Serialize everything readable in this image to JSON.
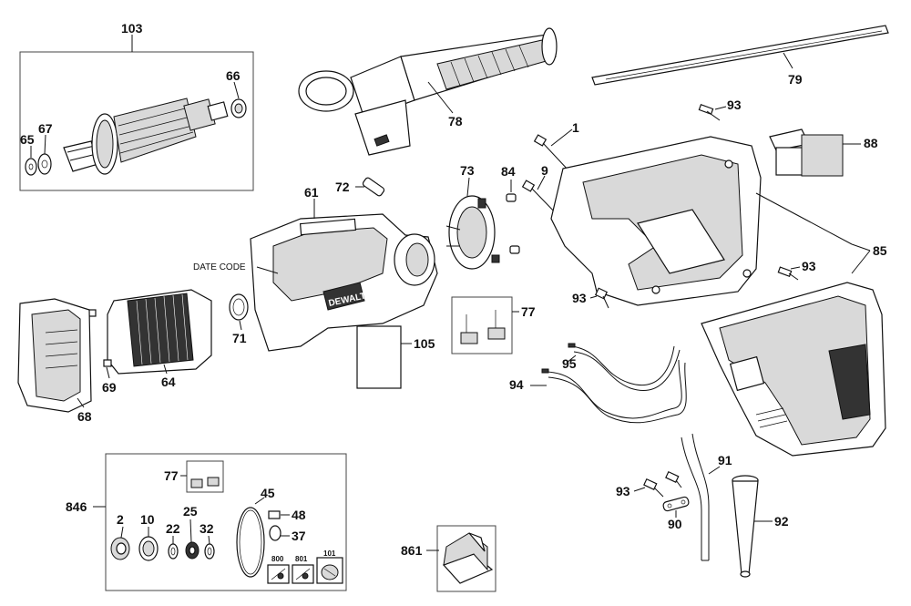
{
  "diagram": {
    "callouts": {
      "c103": "103",
      "c66": "66",
      "c67": "67",
      "c65": "65",
      "c78": "78",
      "c79": "79",
      "c93a": "93",
      "c1": "1",
      "c88": "88",
      "c84": "84",
      "c9": "9",
      "c73": "73",
      "c72": "72",
      "c61": "61",
      "date_code": "DATE CODE",
      "c85": "85",
      "c93b": "93",
      "c93c": "93",
      "c77a": "77",
      "c71": "71",
      "c105": "105",
      "c64": "64",
      "c69": "69",
      "c68": "68",
      "c95": "95",
      "c94": "94",
      "c91": "91",
      "c93d": "93",
      "c90": "90",
      "c92": "92",
      "c77b": "77",
      "c45": "45",
      "c846": "846",
      "c48": "48",
      "c2": "2",
      "c10": "10",
      "c25": "25",
      "c22": "22",
      "c32": "32",
      "c37": "37",
      "c800": "800",
      "c801": "801",
      "c101": "101",
      "c861": "861"
    },
    "brand": "DEWALT"
  }
}
